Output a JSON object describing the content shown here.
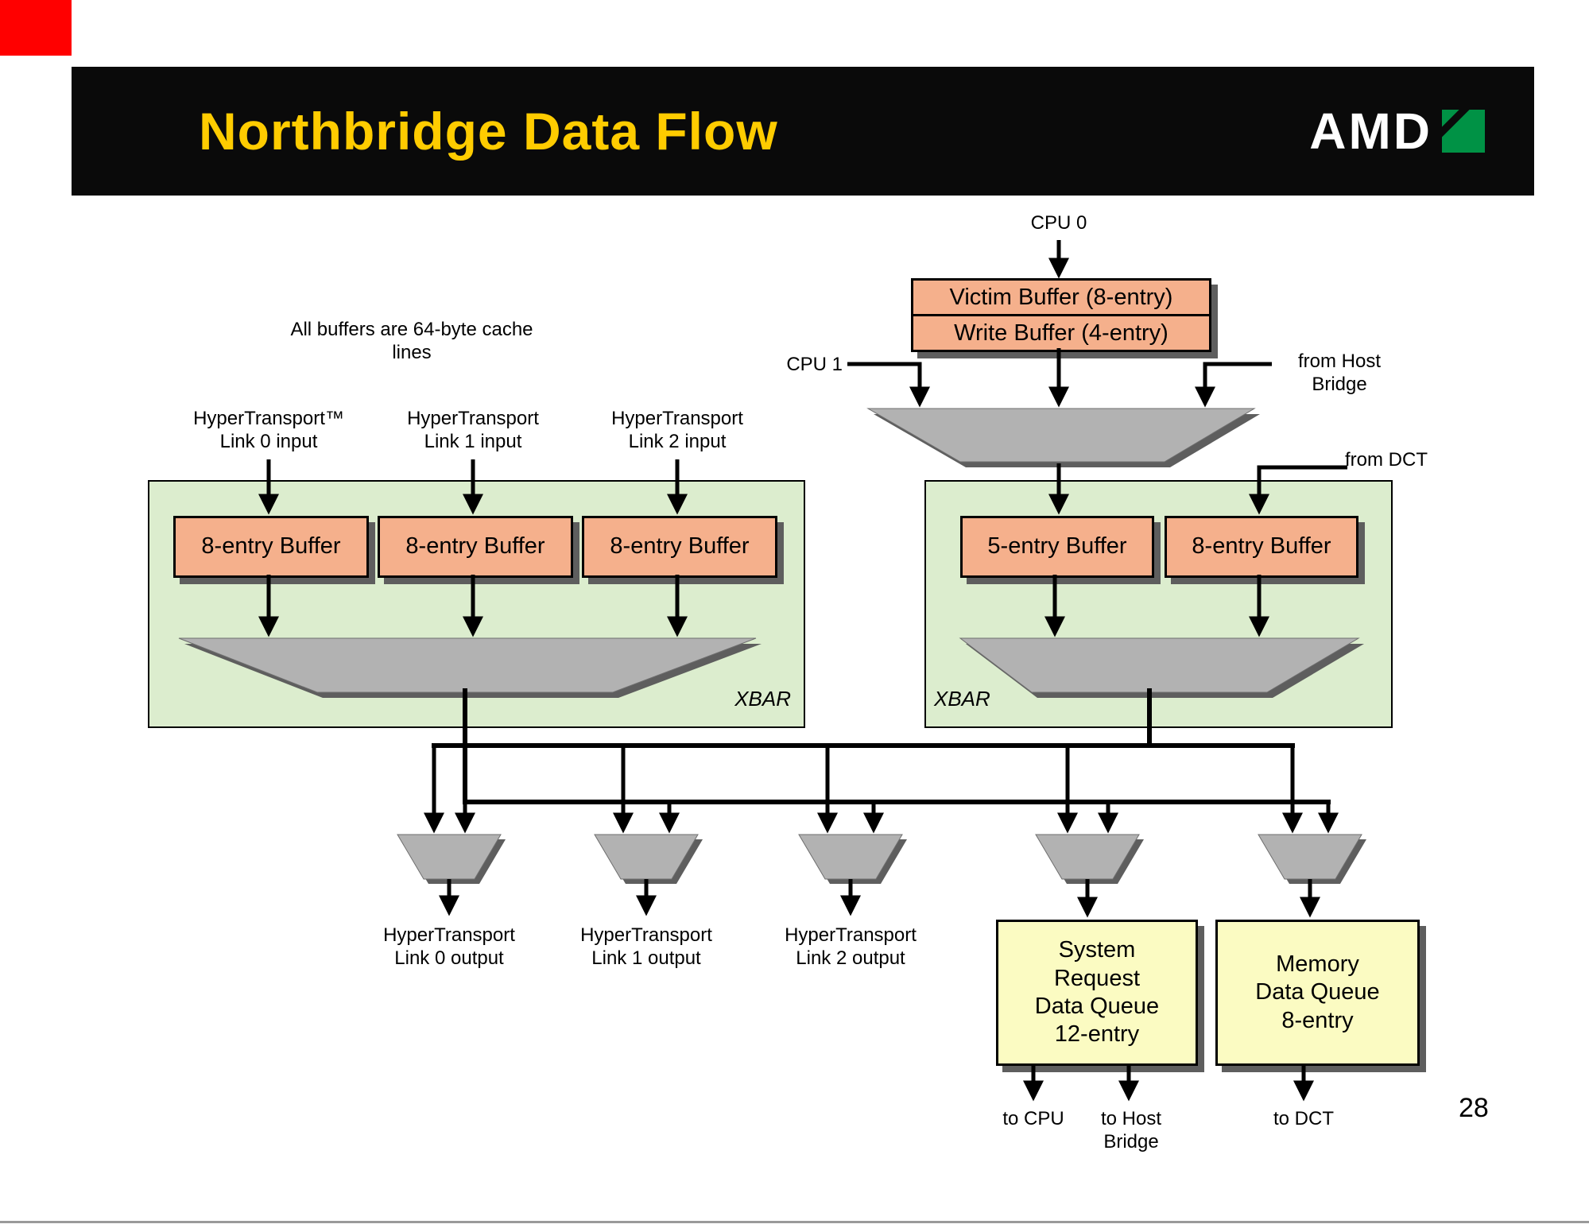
{
  "slide": {
    "title": "Northbridge Data Flow",
    "logo_text": "AMD",
    "note": "All buffers are 64-byte cache\nlines",
    "page_number": "28"
  },
  "colors": {
    "accent-red": "#FF0000",
    "header-black": "#0A0A0A",
    "title-yellow": "#FFCC00",
    "salmon": "#F5B08C",
    "pale-green": "#DCEDCE",
    "pale-yellow": "#FBFBC2",
    "mux-gray": "#B2B2B2",
    "mux-shadow": "#5E5E5E",
    "shadow": "#5E5E5E",
    "amd-green": "#009245"
  },
  "top_path": {
    "cpu0_label": "CPU 0",
    "cpu1_label": "CPU 1",
    "victim_buffer": "Victim Buffer (8-entry)",
    "write_buffer": "Write Buffer (4-entry)",
    "from_host_bridge": "from Host\nBridge",
    "from_dct": "from DCT"
  },
  "left_xbar": {
    "label": "XBAR",
    "inputs": [
      {
        "label": "HyperTransport™\nLink 0 input",
        "buffer": "8-entry Buffer"
      },
      {
        "label": "HyperTransport\nLink 1  input",
        "buffer": "8-entry Buffer"
      },
      {
        "label": "HyperTransport\nLink 2 input",
        "buffer": "8-entry Buffer"
      }
    ]
  },
  "right_xbar": {
    "label": "XBAR",
    "buffers": [
      "5-entry Buffer",
      "8-entry Buffer"
    ]
  },
  "outputs": {
    "ht_outputs": [
      "HyperTransport\nLink 0 output",
      "HyperTransport\nLink 1  output",
      "HyperTransport\nLink 2 output"
    ],
    "system_request_queue": "System\nRequest\nData Queue\n12-entry",
    "memory_data_queue": "Memory\nData Queue\n8-entry",
    "to_cpu": "to CPU",
    "to_host_bridge": "to Host\nBridge",
    "to_dct": "to DCT"
  }
}
